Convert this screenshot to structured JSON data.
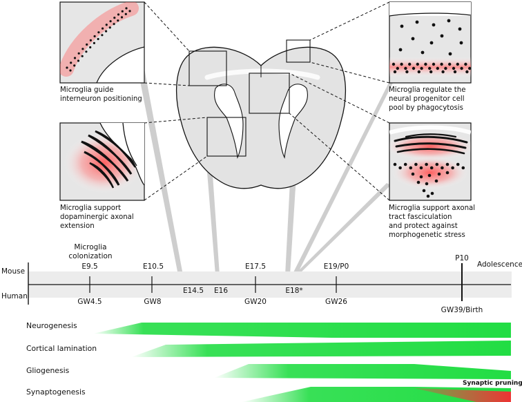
{
  "panels": {
    "interneuron": "Microglia guide\ninterneuron positioning",
    "progenitor": "Microglia regulate the\nneural progenitor cell\npool by phagocytosis",
    "dopaminergic": "Microglia support\ndopaminergic axonal\nextension",
    "fasciculation": "Microglia support axonal\ntract fasciculation\nand protect against\nmorphogenetic stress"
  },
  "timeline": {
    "species": {
      "mouse": "Mouse",
      "human": "Human"
    },
    "colonization": "Microglia\ncolonization",
    "adolescence": "Adolescence",
    "mouse_ticks": [
      "E9.5",
      "E10.5",
      "E17.5",
      "E19/P0",
      "P10"
    ],
    "mid_ticks": [
      "E14.5",
      "E16",
      "E18*"
    ],
    "human_ticks": [
      "GW4.5",
      "GW8",
      "GW20",
      "GW26",
      "GW39/Birth"
    ]
  },
  "processes": [
    {
      "label": "Neurogenesis"
    },
    {
      "label": "Cortical lamination"
    },
    {
      "label": "Gliogenesis"
    },
    {
      "label": "Synaptogenesis"
    }
  ],
  "synaptic_pruning": "Synaptic pruning",
  "colors": {
    "green": "#22dd44",
    "red_glow": "#ff6f6f",
    "pruning_red": "#ee4444",
    "brain_fill": "#e3e3e3",
    "timeline_band": "#ececec"
  }
}
